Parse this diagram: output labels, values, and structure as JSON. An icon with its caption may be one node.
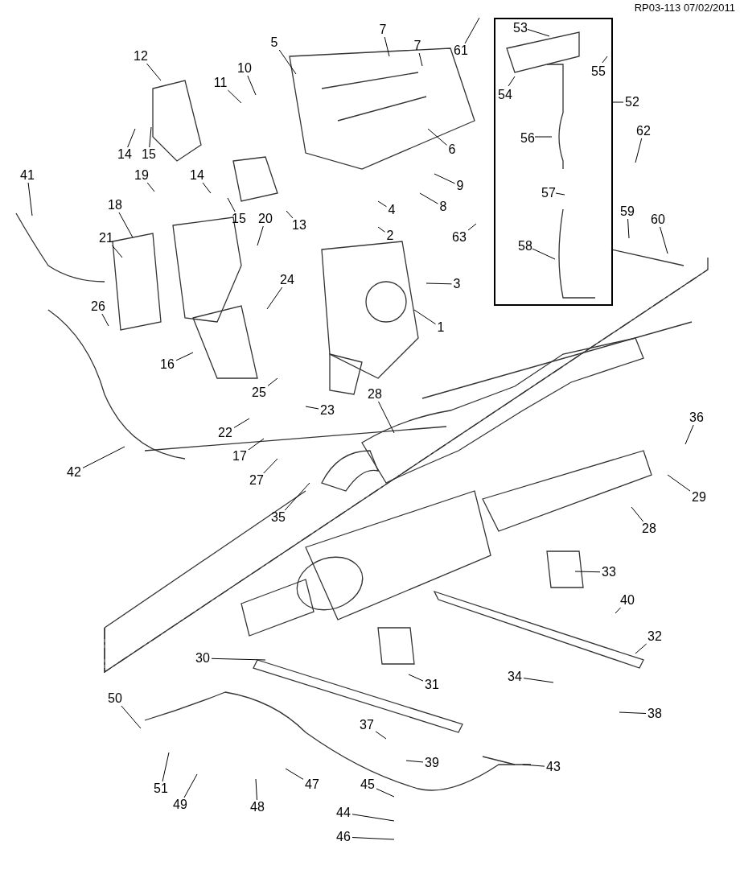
{
  "diagram": {
    "nodes": [
      {
        "text": [],
        "shape": "box"
      },
      {
        "text": [
          "1"
        ]
      },
      {
        "text": [
          "2"
        ]
      },
      {
        "text": [
          "3"
        ]
      },
      {
        "text": [
          "4"
        ]
      },
      {
        "text": [
          "5"
        ]
      },
      {
        "text": [
          "6"
        ]
      },
      {
        "text": [
          "7"
        ]
      },
      {
        "text": [
          "7"
        ]
      },
      {
        "text": [
          "8"
        ]
      },
      {
        "text": [
          "9"
        ]
      },
      {
        "text": [
          "10"
        ]
      },
      {
        "text": [
          "11"
        ]
      },
      {
        "text": [
          "12"
        ]
      },
      {
        "text": [
          "13"
        ]
      },
      {
        "text": [
          "14"
        ]
      },
      {
        "text": [
          "14"
        ]
      },
      {
        "text": [
          "15"
        ]
      },
      {
        "text": [
          "15"
        ]
      },
      {
        "text": [
          "16"
        ]
      },
      {
        "text": [
          "17"
        ]
      },
      {
        "text": [
          "18"
        ]
      },
      {
        "text": [
          "19"
        ]
      },
      {
        "text": [
          "20"
        ]
      },
      {
        "text": [
          "21"
        ]
      },
      {
        "text": [
          "22"
        ]
      },
      {
        "text": [
          "23"
        ]
      },
      {
        "text": [
          "24"
        ]
      },
      {
        "text": [
          "25"
        ]
      },
      {
        "text": [
          "26"
        ]
      },
      {
        "text": [
          "27"
        ]
      },
      {
        "text": [
          "28"
        ]
      },
      {
        "text": [
          "28"
        ]
      },
      {
        "text": [
          "29"
        ]
      },
      {
        "text": [
          "30"
        ]
      },
      {
        "text": [
          "31"
        ]
      },
      {
        "text": [
          "32"
        ]
      },
      {
        "text": [
          "33"
        ]
      },
      {
        "text": [
          "34"
        ]
      },
      {
        "text": [
          "35"
        ]
      },
      {
        "text": [
          "36"
        ]
      },
      {
        "text": [
          "37"
        ]
      },
      {
        "text": [
          "38"
        ]
      },
      {
        "text": [
          "39"
        ]
      },
      {
        "text": [
          "40"
        ]
      },
      {
        "text": [
          "41"
        ]
      },
      {
        "text": [
          "42"
        ]
      },
      {
        "text": [
          "43"
        ]
      },
      {
        "text": [
          "44"
        ]
      },
      {
        "text": [
          "45"
        ]
      },
      {
        "text": [
          "46"
        ]
      },
      {
        "text": [
          "47"
        ]
      },
      {
        "text": [
          "48"
        ]
      },
      {
        "text": [
          "49"
        ]
      },
      {
        "text": [
          "50"
        ]
      },
      {
        "text": [
          "51"
        ]
      },
      {
        "text": [
          "52"
        ]
      },
      {
        "text": [
          "53"
        ],
        "in": 0
      },
      {
        "text": [
          "54"
        ],
        "in": 0
      },
      {
        "text": [
          "55"
        ],
        "in": 0
      },
      {
        "text": [
          "56"
        ],
        "in": 0
      },
      {
        "text": [
          "57"
        ],
        "in": 0
      },
      {
        "text": [
          "58"
        ],
        "in": 0
      },
      {
        "text": [
          "59"
        ]
      },
      {
        "text": [
          "60"
        ]
      },
      {
        "text": [
          "61"
        ]
      },
      {
        "text": [
          "62"
        ]
      },
      {
        "text": [
          "63"
        ]
      }
    ],
    "edges": [
      {
        "from": 1,
        "to": null,
        "arrow": "none"
      },
      {
        "from": 2,
        "to": null,
        "arrow": "none"
      },
      {
        "from": 3,
        "to": null,
        "arrow": "none"
      },
      {
        "from": 4,
        "to": null,
        "arrow": "none"
      },
      {
        "from": 5,
        "to": null,
        "arrow": "none"
      },
      {
        "from": 6,
        "to": null,
        "arrow": "none"
      },
      {
        "from": 7,
        "to": null,
        "arrow": "none"
      },
      {
        "from": 8,
        "to": null,
        "arrow": "none"
      },
      {
        "from": 9,
        "to": null,
        "arrow": "none"
      },
      {
        "from": 10,
        "to": null,
        "arrow": "none"
      },
      {
        "from": 11,
        "to": null,
        "arrow": "none"
      },
      {
        "from": 12,
        "to": null,
        "arrow": "none"
      },
      {
        "from": 13,
        "to": null,
        "arrow": "none"
      },
      {
        "from": 14,
        "to": null,
        "arrow": "none"
      },
      {
        "from": 15,
        "to": null,
        "arrow": "none"
      },
      {
        "from": 16,
        "to": null,
        "arrow": "none"
      },
      {
        "from": 17,
        "to": null,
        "arrow": "none"
      },
      {
        "from": 18,
        "to": null,
        "arrow": "none"
      },
      {
        "from": 19,
        "to": null,
        "arrow": "none"
      },
      {
        "from": 20,
        "to": null,
        "arrow": "none"
      },
      {
        "from": 21,
        "to": null,
        "arrow": "none"
      },
      {
        "from": 22,
        "to": null,
        "arrow": "none"
      },
      {
        "from": 23,
        "to": null,
        "arrow": "none"
      },
      {
        "from": 24,
        "to": null,
        "arrow": "none"
      },
      {
        "from": 25,
        "to": null,
        "arrow": "none"
      },
      {
        "from": 26,
        "to": null,
        "arrow": "none"
      },
      {
        "from": 27,
        "to": null,
        "arrow": "none"
      },
      {
        "from": 28,
        "to": null,
        "arrow": "none"
      },
      {
        "from": 29,
        "to": null,
        "arrow": "none"
      },
      {
        "from": 30,
        "to": null,
        "arrow": "none"
      },
      {
        "from": 31,
        "to": null,
        "arrow": "none"
      },
      {
        "from": 32,
        "to": null,
        "arrow": "none"
      },
      {
        "from": 33,
        "to": null,
        "arrow": "none"
      },
      {
        "from": 34,
        "to": null,
        "arrow": "none"
      },
      {
        "from": 35,
        "to": null,
        "arrow": "none"
      },
      {
        "from": 36,
        "to": null,
        "arrow": "none"
      },
      {
        "from": 37,
        "to": null,
        "arrow": "none"
      },
      {
        "from": 38,
        "to": null,
        "arrow": "none"
      },
      {
        "from": 39,
        "to": null,
        "arrow": "none"
      },
      {
        "from": 40,
        "to": null,
        "arrow": "none"
      },
      {
        "from": 41,
        "to": null,
        "arrow": "none"
      },
      {
        "from": 42,
        "to": null,
        "arrow": "none"
      },
      {
        "from": 43,
        "to": null,
        "arrow": "none"
      },
      {
        "from": 44,
        "to": null,
        "arrow": "none"
      },
      {
        "from": 45,
        "to": null,
        "arrow": "none"
      },
      {
        "from": 46,
        "to": null,
        "arrow": "none"
      },
      {
        "from": 47,
        "to": null,
        "arrow": "none"
      },
      {
        "from": 48,
        "to": null,
        "arrow": "none"
      },
      {
        "from": 49,
        "to": null,
        "arrow": "none"
      },
      {
        "from": 50,
        "to": null,
        "arrow": "none"
      },
      {
        "from": 51,
        "to": null,
        "arrow": "none"
      },
      {
        "from": 52,
        "to": null,
        "arrow": "none"
      },
      {
        "from": 53,
        "to": null,
        "arrow": "none"
      },
      {
        "from": 54,
        "to": null,
        "arrow": "none"
      },
      {
        "from": 55,
        "to": null,
        "arrow": "none"
      },
      {
        "from": 56,
        "to": 0,
        "arrow": "none"
      },
      {
        "from": 57,
        "to": null,
        "arrow": "none"
      },
      {
        "from": 58,
        "to": null,
        "arrow": "none"
      },
      {
        "from": 59,
        "to": null,
        "arrow": "none"
      },
      {
        "from": 60,
        "to": null,
        "arrow": "none"
      },
      {
        "from": 61,
        "to": null,
        "arrow": "none"
      },
      {
        "from": 62,
        "to": null,
        "arrow": "none"
      },
      {
        "from": 63,
        "to": null,
        "arrow": "none"
      },
      {
        "from": 64,
        "to": null,
        "arrow": "none"
      },
      {
        "from": 65,
        "to": null,
        "arrow": "none"
      },
      {
        "from": 66,
        "to": null,
        "arrow": "none"
      },
      {
        "from": 67,
        "to": null,
        "arrow": "none"
      }
    ],
    "labels": [
      "RP03-113 07/02/2011"
    ]
  }
}
